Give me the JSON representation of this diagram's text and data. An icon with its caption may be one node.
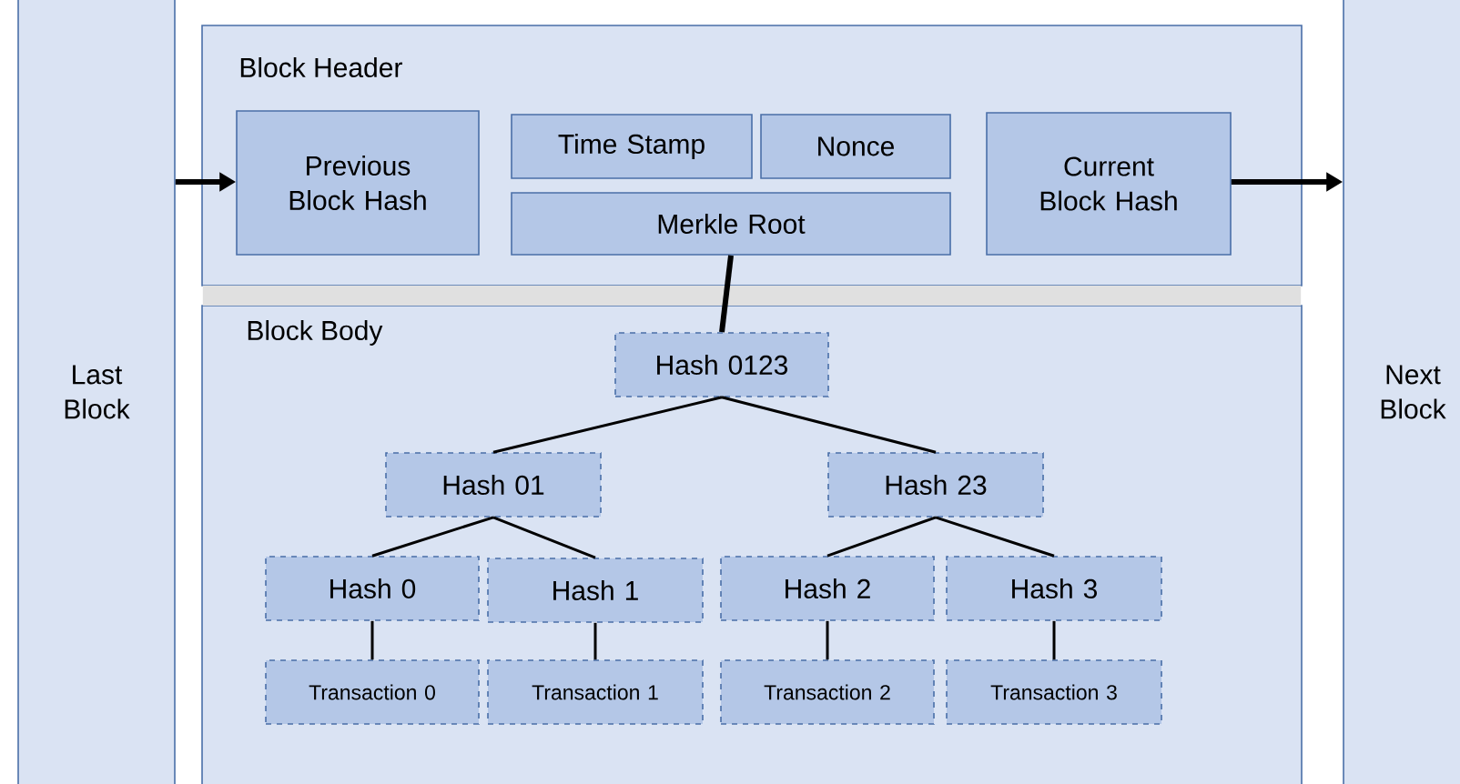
{
  "diagram": {
    "nodes": [
      {
        "text": [
          "Last Block"
        ]
      },
      {
        "text": [
          "Block Header"
        ]
      },
      {
        "text": [
          "Previous Block Hash"
        ],
        "in": 1
      },
      {
        "text": [
          "Time Stamp"
        ],
        "in": 1
      },
      {
        "text": [
          "Nonce"
        ],
        "in": 1
      },
      {
        "text": [
          "Merkle Root"
        ],
        "in": 1
      },
      {
        "text": [
          "Current Block Hash"
        ],
        "in": 1
      },
      {
        "text": [
          "Block Body"
        ]
      },
      {
        "text": [
          "Hash 0123"
        ],
        "in": 7
      },
      {
        "text": [
          "Hash 01"
        ],
        "in": 7
      },
      {
        "text": [
          "Hash 23"
        ],
        "in": 7
      },
      {
        "text": [
          "Hash 0"
        ],
        "in": 7
      },
      {
        "text": [
          "Hash 1"
        ],
        "in": 7
      },
      {
        "text": [
          "Hash 2"
        ],
        "in": 7
      },
      {
        "text": [
          "Hash 3"
        ],
        "in": 7
      },
      {
        "text": [
          "Transaction 0"
        ],
        "in": 7
      },
      {
        "text": [
          "Transaction 1"
        ],
        "in": 7
      },
      {
        "text": [
          "Transaction 2"
        ],
        "in": 7
      },
      {
        "text": [
          "Transaction 3"
        ],
        "in": 7
      },
      {
        "text": [
          "Next Block"
        ]
      }
    ],
    "edges": [
      {
        "from": 0,
        "to": 2,
        "arrow": "to",
        "style": "thick"
      },
      {
        "from": 6,
        "to": 19,
        "arrow": "to",
        "style": "thick"
      },
      {
        "from": 5,
        "to": 8,
        "arrow": "none",
        "style": "thick"
      },
      {
        "from": 8,
        "to": 9,
        "arrow": "none"
      },
      {
        "from": 8,
        "to": 10,
        "arrow": "none"
      },
      {
        "from": 9,
        "to": 11,
        "arrow": "none"
      },
      {
        "from": 9,
        "to": 12,
        "arrow": "none"
      },
      {
        "from": 10,
        "to": 13,
        "arrow": "none"
      },
      {
        "from": 10,
        "to": 14,
        "arrow": "none"
      },
      {
        "from": 11,
        "to": 15,
        "arrow": "none"
      },
      {
        "from": 12,
        "to": 16,
        "arrow": "none"
      },
      {
        "from": 13,
        "to": 17,
        "arrow": "none"
      },
      {
        "from": 14,
        "to": 18,
        "arrow": "none"
      }
    ]
  }
}
